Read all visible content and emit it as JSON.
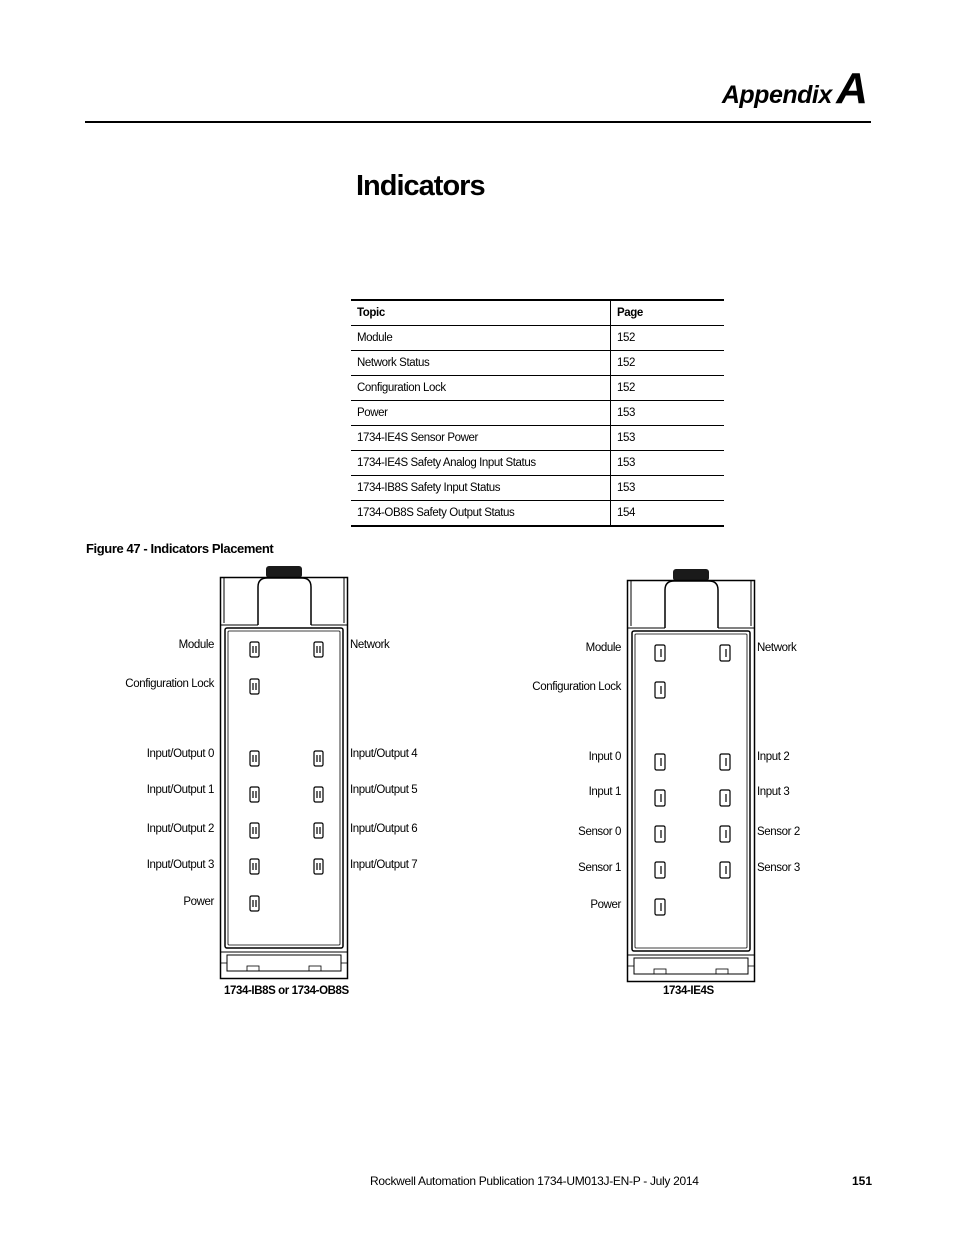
{
  "header": {
    "appendix_word": "Appendix",
    "appendix_letter": "A",
    "title": "Indicators"
  },
  "toc": {
    "columns": [
      "Topic",
      "Page"
    ],
    "rows": [
      [
        "Module",
        "152"
      ],
      [
        "Network Status",
        "152"
      ],
      [
        "Configuration Lock",
        "152"
      ],
      [
        "Power",
        "153"
      ],
      [
        "1734-IE4S Sensor Power",
        "153"
      ],
      [
        "1734-IE4S Safety Analog Input Status",
        "153"
      ],
      [
        "1734-IB8S Safety Input Status",
        "153"
      ],
      [
        "1734-OB8S Safety Output Status",
        "154"
      ]
    ]
  },
  "figure": {
    "caption": "Figure 47 - Indicators Placement",
    "left_module": {
      "caption": "1734-IB8S or 1734-OB8S",
      "left_labels": [
        "Module",
        "Configuration Lock",
        "Input/Output 0",
        "Input/Output 1",
        "Input/Output 2",
        "Input/Output 3",
        "Power"
      ],
      "right_labels": [
        "Network",
        "Input/Output 4",
        "Input/Output 5",
        "Input/Output 6",
        "Input/Output 7"
      ]
    },
    "right_module": {
      "caption": "1734-IE4S",
      "left_labels": [
        "Module",
        "Configuration Lock",
        "Input 0",
        "Input 1",
        "Sensor 0",
        "Sensor 1",
        "Power"
      ],
      "right_labels": [
        "Network",
        "Input 2",
        "Input 3",
        "Sensor 2",
        "Sensor 3"
      ]
    }
  },
  "footer": {
    "publication": "Rockwell Automation Publication 1734-UM013J-EN-P - July 2014",
    "page_number": "151"
  }
}
